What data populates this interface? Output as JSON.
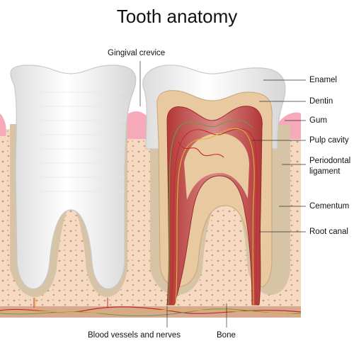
{
  "title": "Tooth anatomy",
  "labels": {
    "gingival_crevice": "Gingival crevice",
    "enamel": "Enamel",
    "dentin": "Dentin",
    "gum": "Gum",
    "pulp_cavity": "Pulp cavity",
    "periodontal_ligament_1": "Periodontal",
    "periodontal_ligament_2": "ligament",
    "cementum": "Cementum",
    "root_canal": "Root canal",
    "blood_vessels": "Blood vessels and nerves",
    "bone": "Bone"
  },
  "colors": {
    "enamel": "#f4f4f4",
    "dentin": "#e9c9a0",
    "pulp": "#b5403f",
    "gum": "#f6a9b8",
    "bone": "#f5d8bf",
    "ligament": "#d6c3a6",
    "vessel_red": "#c42a2a",
    "nerve_yellow": "#e0b43a",
    "vessel_green": "#6a9d4a"
  }
}
